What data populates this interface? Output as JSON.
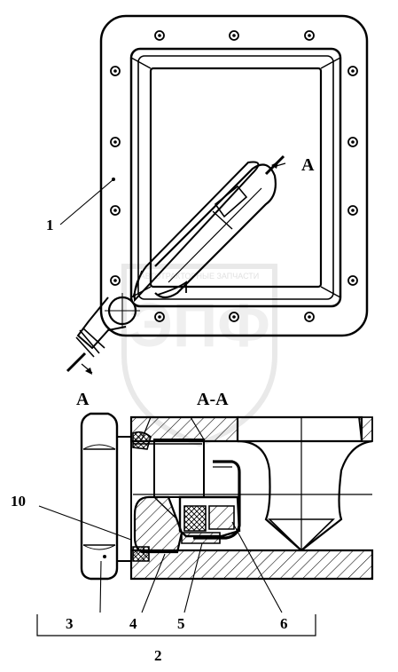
{
  "colors": {
    "line": "#000000",
    "background": "#ffffff",
    "watermark": "#d8d8d8"
  },
  "section_marks": {
    "cut_top": "A",
    "cut_bottom": "A",
    "section_title": "A-A"
  },
  "callouts": {
    "c1": "1",
    "c10": "10",
    "c3": "3",
    "c4": "4",
    "c5": "5",
    "c6": "6",
    "c2": "2"
  },
  "watermark": {
    "logo": "ЭПФ",
    "caption": "АВТОТРАКТОРНЫЕ ЗАПЧАСТИ"
  }
}
